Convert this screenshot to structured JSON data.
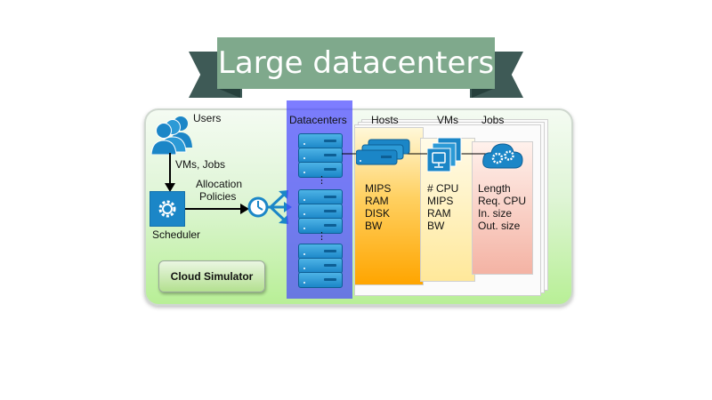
{
  "banner": {
    "title": "Large datacenters"
  },
  "diagram": {
    "users_label": "Users",
    "vms_jobs_label": "VMs, Jobs",
    "allocation_label_1": "Allocation",
    "allocation_label_2": "Policies",
    "scheduler_label": "Scheduler",
    "simulator_button": "Cloud Simulator",
    "datacenters_label": "Datacenters",
    "dots": "⋮",
    "hosts": {
      "title": "Hosts",
      "items": [
        "MIPS",
        "RAM",
        "DISK",
        "BW"
      ]
    },
    "vms": {
      "title": "VMs",
      "items": [
        "# CPU",
        "MIPS",
        "RAM",
        "BW"
      ]
    },
    "jobs": {
      "title": "Jobs",
      "items": [
        "Length",
        "Req. CPU",
        "In. size",
        "Out. size"
      ]
    }
  },
  "colors": {
    "banner": "#7fa98c",
    "datacenter_highlight": "#4646ff",
    "icon_blue": "#1b86c7",
    "hosts_fill": "#ffa500",
    "vms_fill": "#ffe89a",
    "jobs_fill": "#f4b3a4"
  }
}
